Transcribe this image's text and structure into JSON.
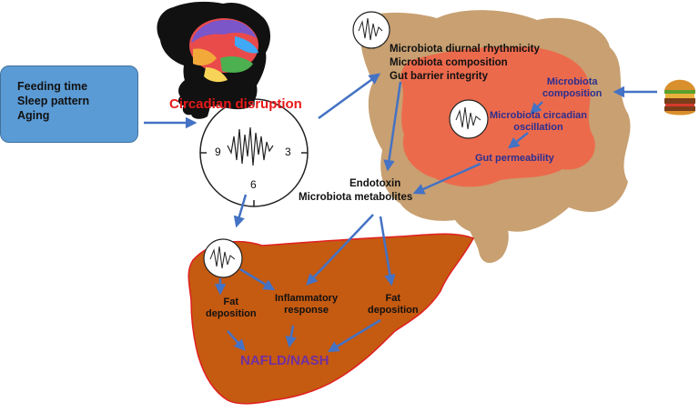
{
  "factors": {
    "items": [
      "Feeding time",
      "Sleep pattern",
      "Aging"
    ]
  },
  "circadian": {
    "title": "Circadian disruption",
    "clock_label_9": "9",
    "clock_label_3": "3",
    "clock_label_6": "6"
  },
  "gut": {
    "line1": "Microbiota diurnal rhythmicity",
    "line2": "Microbiota composition",
    "line3": "Gut barrier integrity",
    "microbiota_composition": [
      "Microbiota",
      "composition"
    ],
    "circadian_oscillation": [
      "Microbiota circadian",
      "oscillation"
    ],
    "gut_permeability": "Gut permeability"
  },
  "products": {
    "line1": "Endotoxin",
    "line2": "Microbiota metabolites"
  },
  "liver": {
    "fat_left": [
      "Fat",
      "deposition"
    ],
    "inflammatory": [
      "Inflammatory",
      "response"
    ],
    "fat_right": [
      "Fat",
      "deposition"
    ],
    "outcome": "NAFLD/NASH"
  },
  "colors": {
    "arrow": "#4472c4",
    "gut_outer": "#c8a071",
    "gut_inner": "#ec6a4c",
    "liver": "#c55a11",
    "liver_border": "#e02020",
    "factors_box": "#5b9bd5",
    "title_red": "#e81919",
    "outcome_purple": "#7030a0"
  },
  "icons": [
    "brain-head-icon",
    "hamburger-icon",
    "rhythm-wave-icon"
  ]
}
